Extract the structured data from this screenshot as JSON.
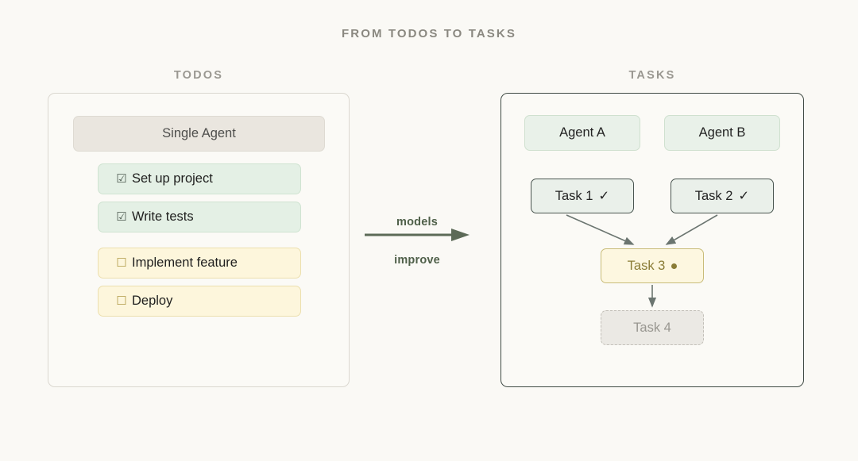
{
  "title": "FROM TODOS TO TASKS",
  "colors": {
    "background": "#faf9f5",
    "title_text": "#8a8880",
    "panel_border_left": "#dbd8d0",
    "panel_border_right": "#3f4a44",
    "done_fill": "#e4f0e5",
    "done_border": "#cfe3d1",
    "pending_fill": "#fdf6dc",
    "pending_border": "#ecdfae",
    "active_fill": "#fdf7e0",
    "active_border": "#c9bc7a",
    "active_text": "#8a7c36",
    "future_fill": "#ebe9e4",
    "future_border": "#c2bfb8",
    "future_text": "#989690",
    "arrow": "#5c6a57",
    "edge": "#6b7570"
  },
  "left_panel": {
    "heading": "TODOS",
    "agent_label": "Single Agent",
    "items": [
      {
        "checkbox": "☑",
        "label": "Set up project",
        "state": "done"
      },
      {
        "checkbox": "☑",
        "label": "Write tests",
        "state": "done"
      },
      {
        "checkbox": "☐",
        "label": "Implement feature",
        "state": "pending"
      },
      {
        "checkbox": "☐",
        "label": "Deploy",
        "state": "pending"
      }
    ]
  },
  "connector": {
    "label_top": "models",
    "label_bottom": "improve",
    "icon": "arrow-right-icon"
  },
  "right_panel": {
    "heading": "TASKS",
    "agents": [
      {
        "label": "Agent A"
      },
      {
        "label": "Agent B"
      }
    ],
    "tasks": [
      {
        "label": "Task 1",
        "mark": "✓",
        "state": "done"
      },
      {
        "label": "Task 2",
        "mark": "✓",
        "state": "done"
      },
      {
        "label": "Task 3",
        "mark": "●",
        "state": "active"
      },
      {
        "label": "Task 4",
        "mark": "",
        "state": "future"
      }
    ],
    "edges": [
      {
        "from": "Task 1",
        "to": "Task 3"
      },
      {
        "from": "Task 2",
        "to": "Task 3"
      },
      {
        "from": "Task 3",
        "to": "Task 4"
      }
    ]
  }
}
